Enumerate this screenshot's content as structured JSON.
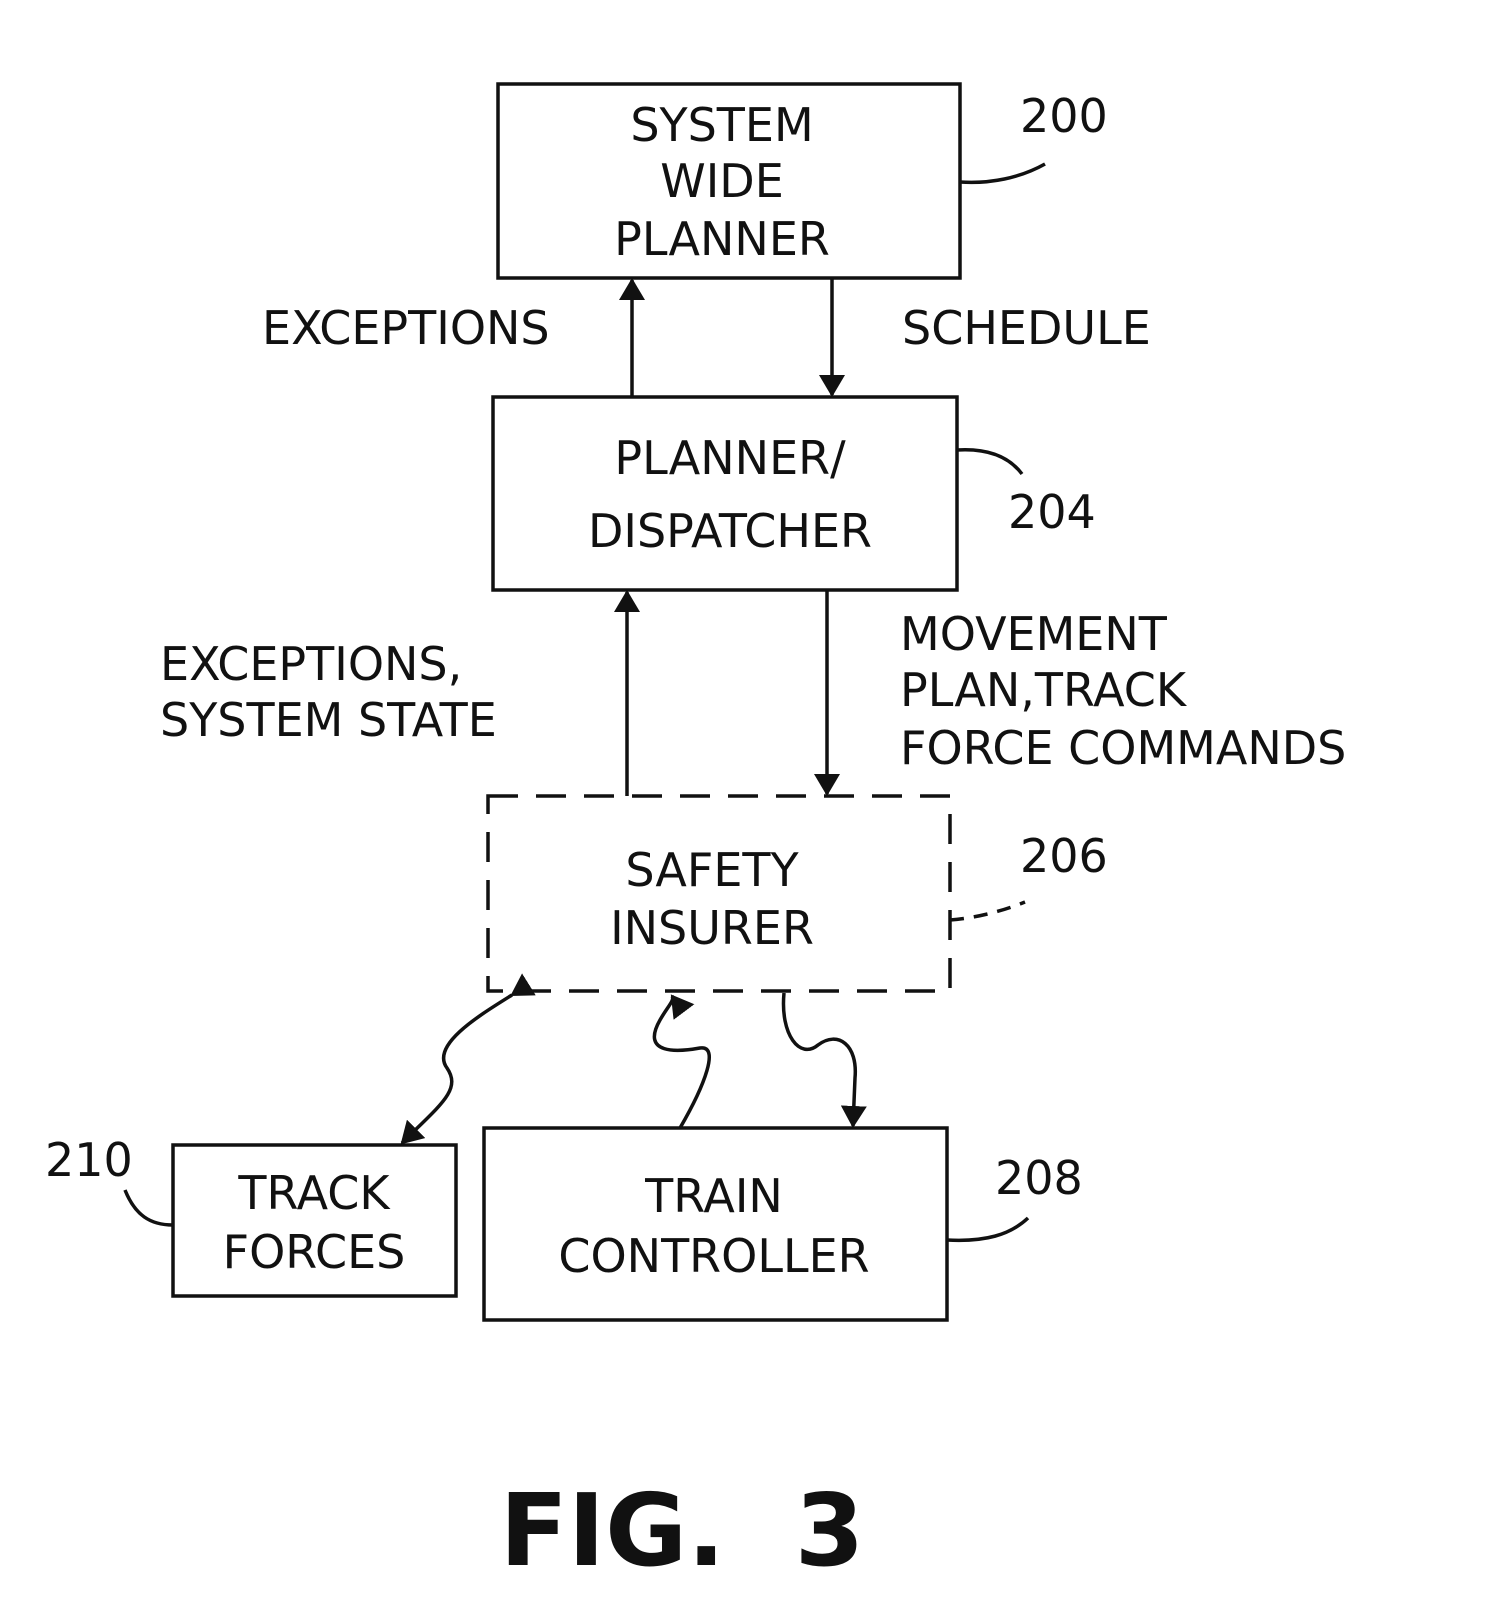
{
  "nodes": {
    "system_wide_planner": {
      "lines": [
        "SYSTEM",
        "WIDE",
        "PLANNER"
      ],
      "ref": "200"
    },
    "planner_dispatcher": {
      "lines": [
        "PLANNER/",
        "DISPATCHER"
      ],
      "ref": "204"
    },
    "safety_insurer": {
      "lines": [
        "SAFETY",
        "INSURER"
      ],
      "ref": "206"
    },
    "track_forces": {
      "lines": [
        "TRACK",
        "FORCES"
      ],
      "ref": "210"
    },
    "train_controller": {
      "lines": [
        "TRAIN",
        "CONTROLLER"
      ],
      "ref": "208"
    }
  },
  "edges": {
    "exceptions_top": "EXCEPTIONS",
    "schedule": "SCHEDULE",
    "exceptions_state": [
      "EXCEPTIONS,",
      "SYSTEM  STATE"
    ],
    "movement": [
      "MOVEMENT",
      "PLAN,TRACK",
      "FORCE  COMMANDS"
    ]
  },
  "figure_label": "FIG.  3"
}
